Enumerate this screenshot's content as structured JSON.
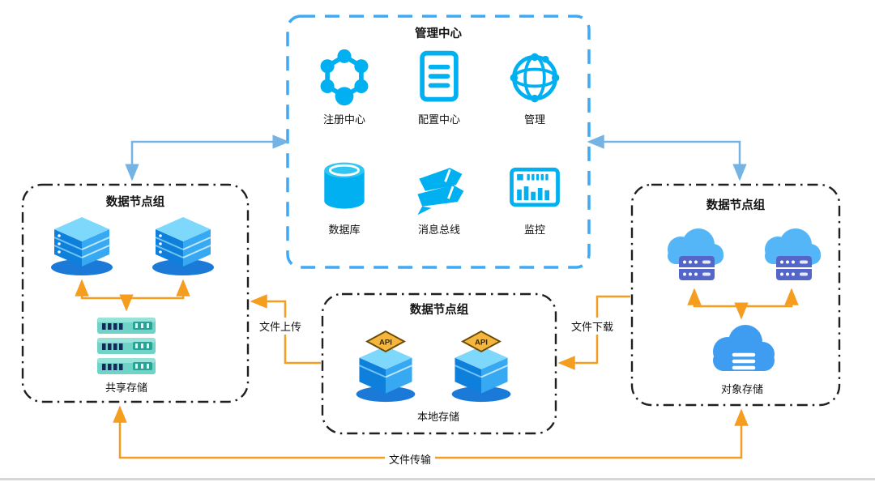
{
  "management_center": {
    "title": "管理中心",
    "items": [
      {
        "label": "注册中心"
      },
      {
        "label": "配置中心"
      },
      {
        "label": "管理"
      },
      {
        "label": "数据库"
      },
      {
        "label": "消息总线"
      },
      {
        "label": "监控"
      }
    ]
  },
  "left_group": {
    "title": "数据节点组",
    "storage_label": "共享存储"
  },
  "center_group": {
    "title": "数据节点组",
    "storage_label": "本地存储",
    "api_badge": "API"
  },
  "right_group": {
    "title": "数据节点组",
    "storage_label": "对象存储"
  },
  "edge_labels": {
    "upload": "文件上传",
    "download": "文件下载",
    "transfer": "文件传输"
  },
  "colors": {
    "management_border": "#3fa9f5",
    "icon_primary": "#00b0f0",
    "arrow_orange": "#f49d1f",
    "arrow_blue": "#74b3e3",
    "group_border": "#1f1f1f"
  }
}
